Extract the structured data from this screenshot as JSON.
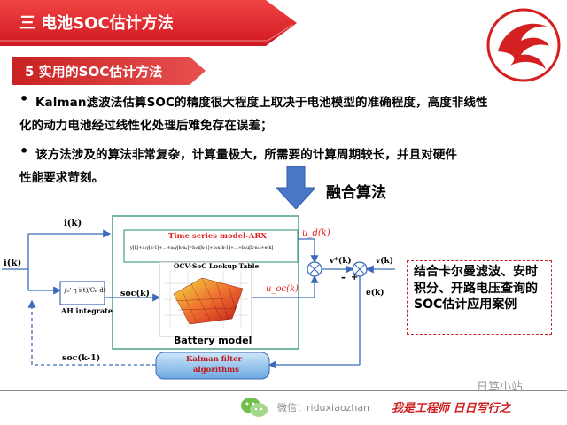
{
  "header": {
    "title": "三 电池SOC估计方法",
    "subtitle": "5 实用的SOC估计方法"
  },
  "bullets": [
    {
      "lines": [
        "Kalman滤波法估算SOC的精度很大程度上取决于电池模型的准确程度，高度非线性",
        "化的动力电池经过线性化处理后难免存在误差；"
      ]
    },
    {
      "lines": [
        "该方法涉及的算法非常复杂，计算量极大，所需要的计算周期较长，并且对硬件",
        "性能要求苛刻。"
      ]
    }
  ],
  "fusion_label": "融合算法",
  "diagram": {
    "input_i_left": "i(k)",
    "input_i_top": "i(k)",
    "arx_title": "Time series model-ARX",
    "arx_equation": "y[k]+a₁y[k-1]+…+aₙy[k-nₐ]=b₁u[k-1]+b₂u[k-1]+…+bₙu[k-nₙ]+e[k]",
    "ocv_title": "OCV-SoC Lookup Table",
    "ah_formula": "∫₀ᵗ η·i(t)/Cₙ dt",
    "ah_label": "AH integrate",
    "soc_label": "soc(k)",
    "battery_model_label": "Battery model",
    "ud_label": "u_d(k)",
    "uoc_label": "u_oc(k)",
    "vstar_label": "v*(k)",
    "v_label": "v(k)",
    "e_label": "e(k)",
    "minus_sign": "-",
    "plus_sign": "+",
    "kalman_label_1": "Kalman filter",
    "kalman_label_2": "algorithms",
    "soc_prev_label": "soc(k-1)"
  },
  "callout_text": "结合卡尔曼滤波、安时积分、开路电压查询的SOC估计应用案例",
  "footer": {
    "wechat": "微信：riduxiaozhan",
    "slogan": "我是工程师 日日写行之",
    "watermark": "日笃小站"
  },
  "colors": {
    "title_bar": "#e8202a",
    "subtitle_bar": "#d42a2a",
    "arrow": "#4a78c8",
    "diagram_line": "#3a6ab8",
    "model_box": "#4a9e8a",
    "red_text": "#e02020",
    "kalman_fill": "#8cc0ec"
  }
}
